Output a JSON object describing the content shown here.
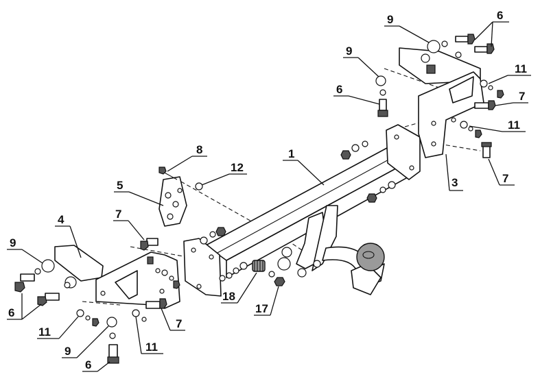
{
  "callouts": {
    "c1": "1",
    "c3": "3",
    "c4": "4",
    "c5": "5",
    "c6_top_right": "6",
    "c6_mid_right": "6",
    "c6_left": "6",
    "c6_bottom": "6",
    "c7_right_upper": "7",
    "c7_right_lower": "7",
    "c7_left_upper": "7",
    "c7_left_lower": "7",
    "c8": "8",
    "c9_top_right": "9",
    "c9_mid_right": "9",
    "c9_left": "9",
    "c9_bottom": "9",
    "c11_right_upper": "11",
    "c11_right_lower": "11",
    "c11_left": "11",
    "c11_bottom": "11",
    "c12": "12",
    "c17": "17",
    "c18": "18"
  },
  "colors": {
    "line": "#111111",
    "shade": "#9a9a9a",
    "background": "#ffffff"
  }
}
